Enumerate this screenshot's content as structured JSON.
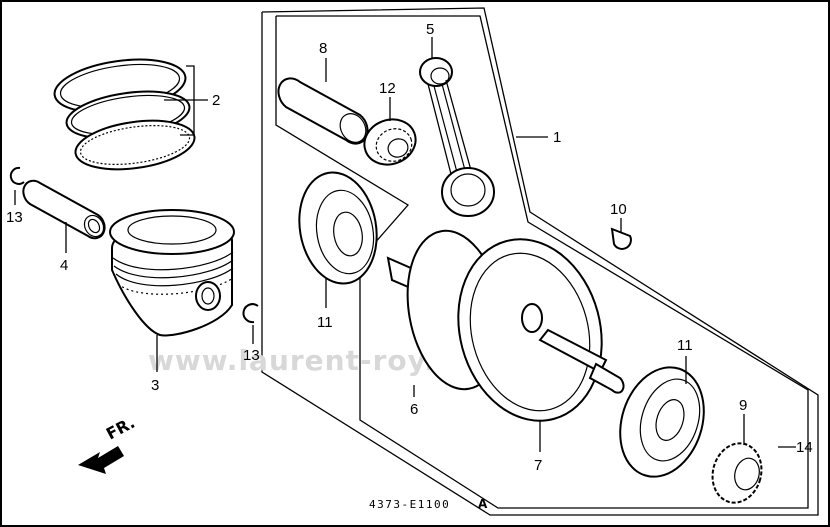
{
  "diagram": {
    "title": "Crankshaft / Piston exploded parts diagram",
    "watermark": "www.laurent-roy.com",
    "direction_indicator": "FR.",
    "diagram_code": "4373-E1100",
    "diagram_code_suffix": "A",
    "callouts": [
      {
        "id": "1",
        "part": "crankshaft assembly group"
      },
      {
        "id": "2",
        "part": "piston rings"
      },
      {
        "id": "3",
        "part": "piston"
      },
      {
        "id": "4",
        "part": "piston pin"
      },
      {
        "id": "5",
        "part": "connecting rod"
      },
      {
        "id": "6",
        "part": "crank weight (left)"
      },
      {
        "id": "7",
        "part": "crank weight (right)"
      },
      {
        "id": "8",
        "part": "crank pin"
      },
      {
        "id": "9",
        "part": "sprocket"
      },
      {
        "id": "10",
        "part": "woodruff key"
      },
      {
        "id": "11",
        "part": "bearing"
      },
      {
        "id": "12",
        "part": "needle bearing"
      },
      {
        "id": "13",
        "part": "piston pin clip"
      },
      {
        "id": "14",
        "part": "crankshaft assembly"
      }
    ],
    "labels": {
      "l1": "1",
      "l2": "2",
      "l3": "3",
      "l4": "4",
      "l5": "5",
      "l6": "6",
      "l7": "7",
      "l8": "8",
      "l9": "9",
      "l10": "10",
      "l11a": "11",
      "l11b": "11",
      "l12": "12",
      "l13a": "13",
      "l13b": "13",
      "l14": "14"
    }
  }
}
